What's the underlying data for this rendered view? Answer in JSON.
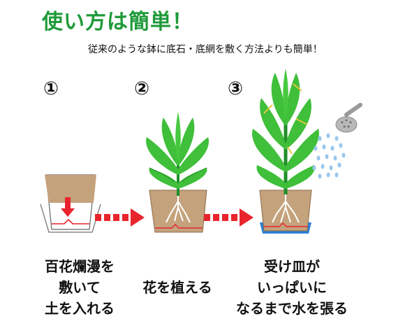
{
  "title": "使い方は簡単！",
  "subtitle": "従来のような鉢に底石・底網を敷く方法よりも簡単！",
  "steps": [
    {
      "number": "①",
      "caption_lines": [
        "百花爛漫を",
        "敷いて",
        "土を入れる"
      ]
    },
    {
      "number": "②",
      "caption_lines": [
        "花を植える"
      ]
    },
    {
      "number": "③",
      "caption_lines": [
        "受け皿が",
        "いっぱいに",
        "なるまで水を張る"
      ]
    }
  ],
  "colors": {
    "title_green": "#1f9a3a",
    "soil": "#c4a27c",
    "leaf": "#3fbf3a",
    "leaf_dark": "#1f8f2a",
    "arrow_red": "#e8242c",
    "water_blue": "#2a7fd4",
    "drop_blue": "#9ac7ee"
  },
  "icons": [
    "down-arrow-icon",
    "right-arrow-icon",
    "watering-can-icon",
    "water-drops-icon"
  ]
}
